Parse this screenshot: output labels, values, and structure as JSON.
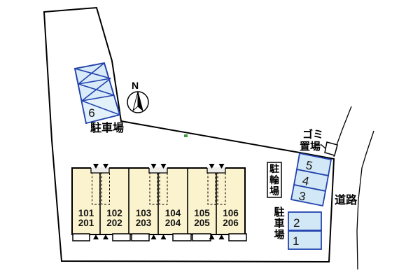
{
  "north_label": "N",
  "site": {
    "fill": "#eeedea",
    "marker_color": "#3f9b3f"
  },
  "top_parking": {
    "space_number": "6",
    "label": "駐車場",
    "fill": "#d9ebf8",
    "last_cell_fill": "#e3f1fa"
  },
  "building": {
    "fill": "#fbf3cd",
    "units": [
      {
        "line1": "101",
        "line2": "201"
      },
      {
        "line1": "102",
        "line2": "202"
      },
      {
        "line1": "103",
        "line2": "203"
      },
      {
        "line1": "104",
        "line2": "204"
      },
      {
        "line1": "105",
        "line2": "205"
      },
      {
        "line1": "106",
        "line2": "206"
      }
    ]
  },
  "bicycle_parking": {
    "label": "駐輪場"
  },
  "right_parking": {
    "label": "駐車場",
    "fill": "#d3e8f6",
    "border": "#2243ae",
    "spaces": [
      {
        "number": "5"
      },
      {
        "number": "4"
      },
      {
        "number": "3"
      },
      {
        "number": "2"
      },
      {
        "number": "1"
      }
    ]
  },
  "garbage": {
    "line1": "ゴミ",
    "line2": "置場"
  },
  "road": {
    "label": "道路"
  }
}
